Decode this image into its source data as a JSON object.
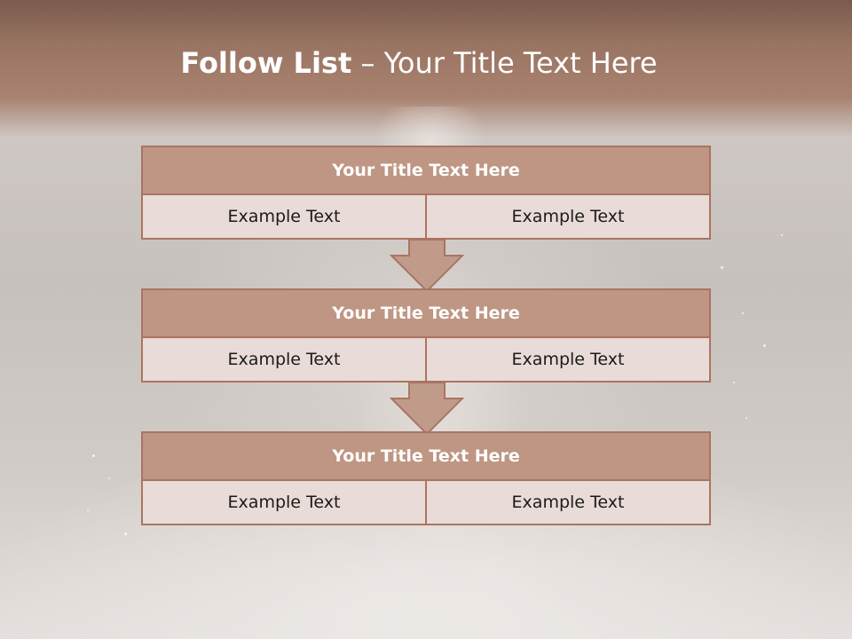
{
  "slide": {
    "title_bold": "Follow List",
    "title_rest": " – Your Title Text Here"
  },
  "steps": [
    {
      "title": "Your Title Text Here",
      "left": "Example Text",
      "right": "Example Text"
    },
    {
      "title": "Your Title Text Here",
      "left": "Example Text",
      "right": "Example Text"
    },
    {
      "title": "Your Title Text Here",
      "left": "Example Text",
      "right": "Example Text"
    }
  ],
  "colors": {
    "header": "#a98270",
    "block_title": "#bf9683",
    "block_border": "#a97561",
    "cell": "#e9dbd7"
  }
}
